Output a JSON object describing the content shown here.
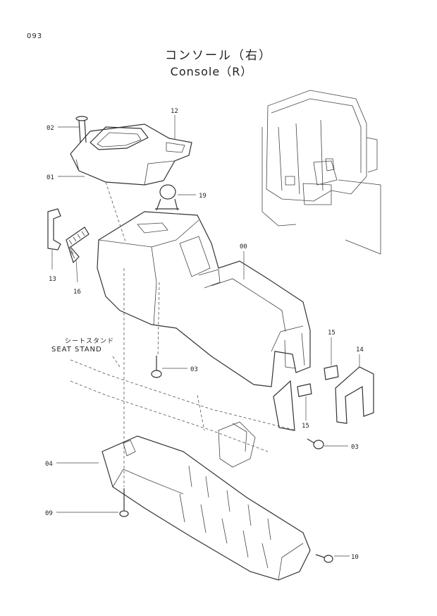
{
  "page_number": "093",
  "title_japanese": "コンソール（右）",
  "title_english": "Console（R）",
  "seat_stand_japanese": "シートスタンド",
  "seat_stand_english": "SEAT STAND",
  "callouts": {
    "c02": "02",
    "c12": "12",
    "c01": "01",
    "c19": "19",
    "c00": "00",
    "c13": "13",
    "c16": "16",
    "c03a": "03",
    "c15a": "15",
    "c14": "14",
    "c15b": "15",
    "c03b": "03",
    "c04": "04",
    "c09": "09",
    "c10": "10"
  }
}
